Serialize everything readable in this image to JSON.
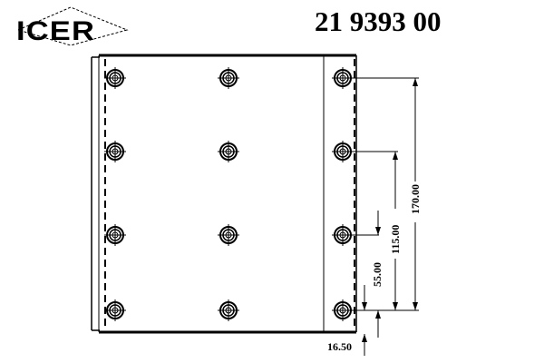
{
  "brand": "ICER",
  "part_number": "21 9393 00",
  "dimensions": {
    "d170": "170.00",
    "d115": "115.00",
    "d55": "55.00",
    "d16": "16.50"
  },
  "holes": {
    "columns": 3,
    "rows": 4
  }
}
